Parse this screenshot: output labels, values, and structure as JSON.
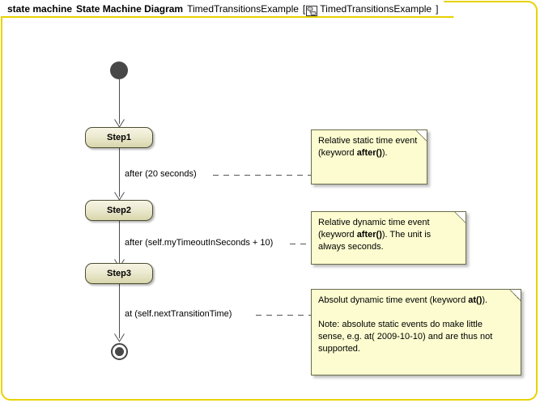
{
  "header": {
    "keyword": "state machine",
    "diagram_type": "State Machine Diagram",
    "name": "TimedTransitionsExample",
    "bracket_open": "[",
    "icon": "state-machine-icon",
    "qualified_name": "TimedTransitionsExample",
    "bracket_close": "]"
  },
  "diagram": {
    "initial_node": "initial-pseudostate",
    "final_node": "final-state",
    "states": [
      {
        "name": "Step1"
      },
      {
        "name": "Step2"
      },
      {
        "name": "Step3"
      }
    ],
    "transitions": [
      {
        "label": ""
      },
      {
        "label": "after (20 seconds)"
      },
      {
        "label": "after (self.myTimeoutInSeconds + 10)"
      },
      {
        "label": "at (self.nextTransitionTime)"
      }
    ],
    "notes": [
      {
        "id": "note-relative-static",
        "line1_pre": "Relative static time event",
        "line2_pre": "(keyword ",
        "line2_bold": "after()",
        "line2_post": ")."
      },
      {
        "id": "note-relative-dynamic",
        "line1_pre": "Relative dynamic time event",
        "line2_pre": "(keyword ",
        "line2_bold": "after()",
        "line2_post": "). The unit is",
        "line3": "always seconds."
      },
      {
        "id": "note-absolute-dynamic",
        "line1_pre": "Absolut dynamic time event (keyword ",
        "line1_bold": "at()",
        "line1_post": ").",
        "line2": "Note: absolute static events do make little",
        "line3": "sense, e.g. at( 2009-10-10) and are thus not",
        "line4": "supported."
      }
    ]
  },
  "colors": {
    "frame_border": "#e8d200",
    "state_fill_top": "#f6f5e4",
    "state_fill_bottom": "#d8d6ab",
    "state_border": "#4d4d33",
    "note_fill": "#fcfcd0",
    "note_border": "#6b6b4a",
    "node_fill": "#484848",
    "grid_dot": "#8f8f8f"
  }
}
